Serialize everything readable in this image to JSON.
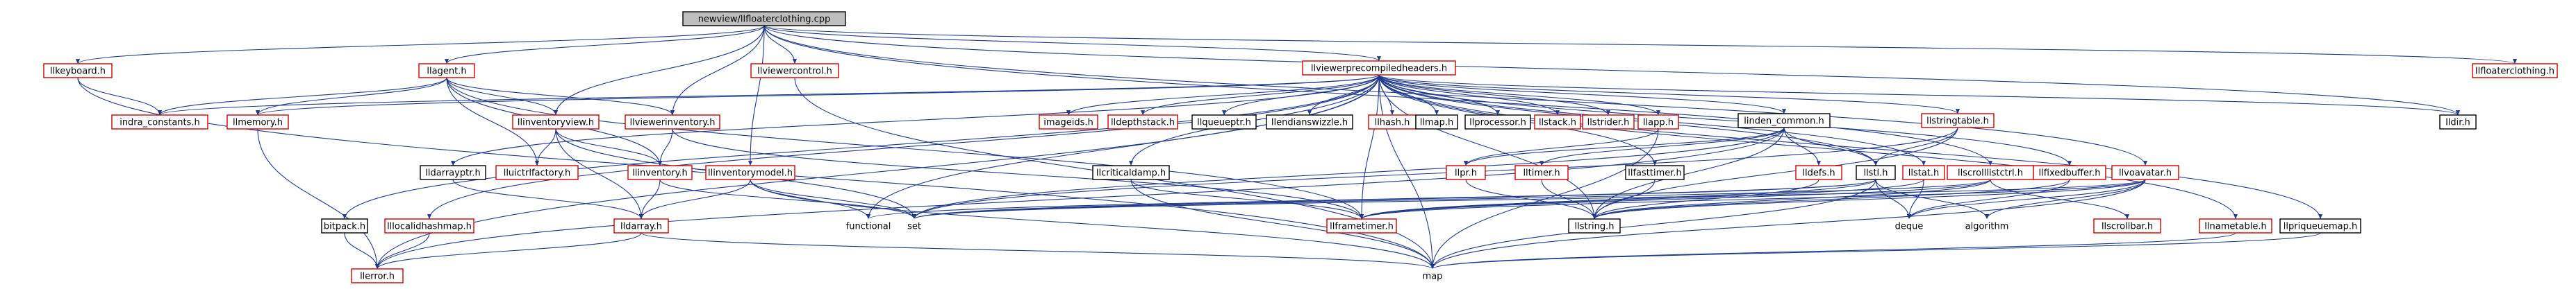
{
  "colors": {
    "edge": "#1f3a8a",
    "documented_border": "#000000",
    "undocumented_border": "#d10000",
    "root_fill": "#bfbfbf"
  },
  "nodes": {
    "root": {
      "label": "newview/llfloaterclothing.cpp",
      "kind": "root"
    },
    "llkeyboard": {
      "label": "llkeyboard.h",
      "kind": "undoc"
    },
    "llagent": {
      "label": "llagent.h",
      "kind": "undoc"
    },
    "llviewercontrol": {
      "label": "llviewercontrol.h",
      "kind": "undoc"
    },
    "llviewerprecompiledheaders": {
      "label": "llviewerprecompiledheaders.h",
      "kind": "undoc"
    },
    "llfloaterclothing": {
      "label": "llfloaterclothing.h",
      "kind": "undoc"
    },
    "indra_constants": {
      "label": "indra_constants.h",
      "kind": "undoc"
    },
    "llmemory": {
      "label": "llmemory.h",
      "kind": "undoc"
    },
    "llinventoryview": {
      "label": "llinventoryview.h",
      "kind": "undoc"
    },
    "llviewerinventory": {
      "label": "llviewerinventory.h",
      "kind": "undoc"
    },
    "imageids": {
      "label": "imageids.h",
      "kind": "undoc"
    },
    "lldepthstack": {
      "label": "lldepthstack.h",
      "kind": "undoc"
    },
    "llqueueptr": {
      "label": "llqueueptr.h",
      "kind": "doc"
    },
    "llendianswizzle": {
      "label": "llendianswizzle.h",
      "kind": "doc"
    },
    "llhash": {
      "label": "llhash.h",
      "kind": "undoc"
    },
    "llmap": {
      "label": "llmap.h",
      "kind": "doc"
    },
    "llprocessor": {
      "label": "llprocessor.h",
      "kind": "doc"
    },
    "llstack": {
      "label": "llstack.h",
      "kind": "undoc"
    },
    "llstrider": {
      "label": "llstrider.h",
      "kind": "undoc"
    },
    "llapp": {
      "label": "llapp.h",
      "kind": "undoc"
    },
    "linden_common": {
      "label": "linden_common.h",
      "kind": "doc"
    },
    "llstringtable": {
      "label": "llstringtable.h",
      "kind": "undoc"
    },
    "lldir": {
      "label": "lldir.h",
      "kind": "doc"
    },
    "lldarrayptr": {
      "label": "lldarrayptr.h",
      "kind": "doc"
    },
    "lluictrlfactory": {
      "label": "lluictrlfactory.h",
      "kind": "undoc"
    },
    "llinventory": {
      "label": "llinventory.h",
      "kind": "undoc"
    },
    "llinventorymodel": {
      "label": "llinventorymodel.h",
      "kind": "undoc"
    },
    "llcriticaldamp": {
      "label": "llcriticaldamp.h",
      "kind": "doc"
    },
    "llpr": {
      "label": "llpr.h",
      "kind": "undoc"
    },
    "lltimer": {
      "label": "lltimer.h",
      "kind": "undoc"
    },
    "llfasttimer": {
      "label": "llfasttimer.h",
      "kind": "doc"
    },
    "lldefs": {
      "label": "lldefs.h",
      "kind": "undoc"
    },
    "llstl": {
      "label": "llstl.h",
      "kind": "doc"
    },
    "llstat": {
      "label": "llstat.h",
      "kind": "undoc"
    },
    "llscrollliststrl": {
      "label": "llscrolllistctrl.h",
      "kind": "undoc"
    },
    "llfixedbuffer": {
      "label": "llfixedbuffer.h",
      "kind": "undoc"
    },
    "llvoavatar": {
      "label": "llvoavatar.h",
      "kind": "undoc"
    },
    "llnametable": {
      "label": "llnametable.h",
      "kind": "undoc"
    },
    "llpriqueuemap": {
      "label": "llpriqueuemap.h",
      "kind": "doc"
    },
    "bitpack": {
      "label": "bitpack.h",
      "kind": "doc"
    },
    "lllocalidhashmap": {
      "label": "lllocalidhashmap.h",
      "kind": "undoc"
    },
    "lldarray": {
      "label": "lldarray.h",
      "kind": "undoc"
    },
    "functional": {
      "label": "functional",
      "kind": "plain"
    },
    "set": {
      "label": "set",
      "kind": "plain"
    },
    "llframetimer": {
      "label": "llframetimer.h",
      "kind": "undoc"
    },
    "llstring": {
      "label": "llstring.h",
      "kind": "doc"
    },
    "deque": {
      "label": "deque",
      "kind": "plain"
    },
    "algorithm": {
      "label": "algorithm",
      "kind": "plain"
    },
    "llscrollbar": {
      "label": "llscrollbar.h",
      "kind": "undoc"
    },
    "llerror": {
      "label": "llerror.h",
      "kind": "undoc"
    },
    "map": {
      "label": "map",
      "kind": "plain"
    }
  }
}
